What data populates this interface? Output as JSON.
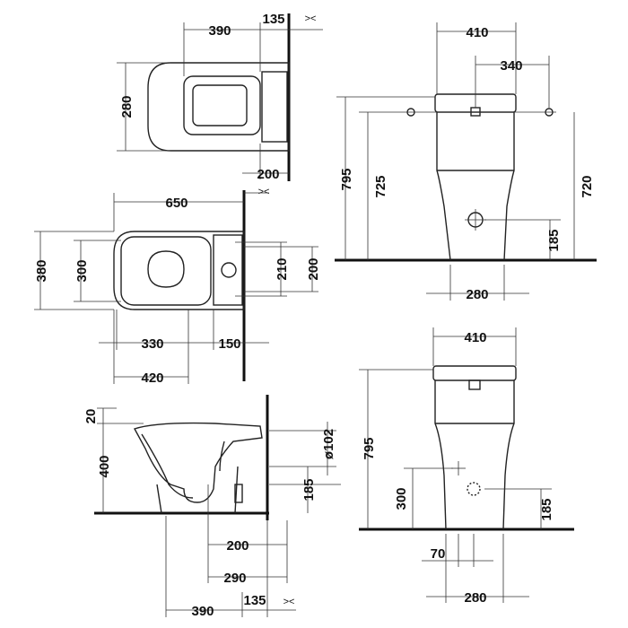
{
  "views": {
    "top_wall": {
      "d390": "390",
      "d135": "135",
      "d280": "280",
      "d200": "200",
      "cut": "><"
    },
    "front_top": {
      "d410": "410",
      "d340": "340",
      "d795": "795",
      "d725": "725",
      "d720": "720",
      "d185": "185",
      "d280": "280"
    },
    "top_floor": {
      "d650": "650",
      "d380": "380",
      "d300": "300",
      "d210": "210",
      "d200": "200",
      "d330": "330",
      "d150": "150",
      "d420": "420",
      "cut": "><"
    },
    "side_section": {
      "d20": "20",
      "d400": "400",
      "d102": "ø102",
      "d185": "185",
      "d200": "200",
      "d290": "290",
      "d390": "390",
      "d135": "135",
      "cut": "><"
    },
    "front_bottom": {
      "d410": "410",
      "d795": "795",
      "d300": "300",
      "d185": "185",
      "d70": "70",
      "d280": "280"
    }
  }
}
